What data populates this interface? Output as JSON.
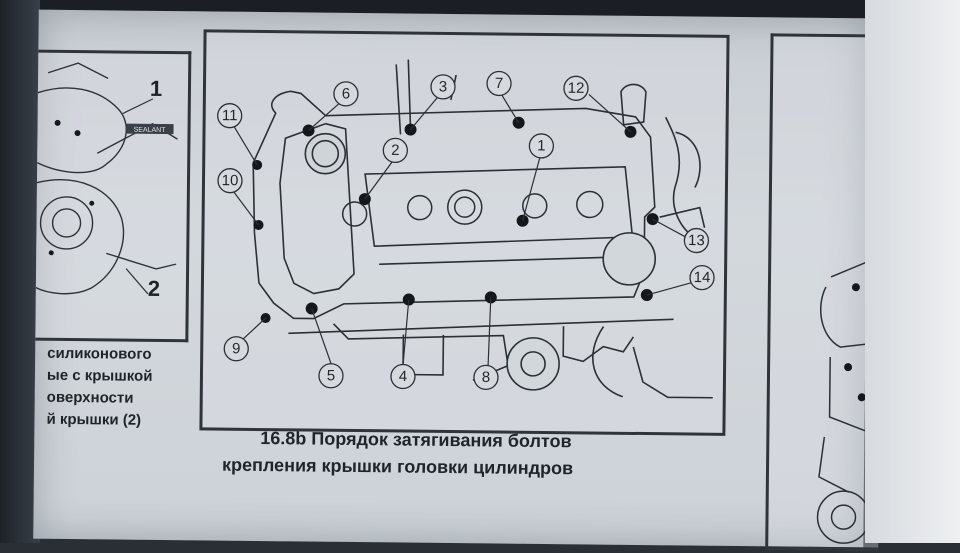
{
  "left_figure": {
    "callouts": [
      "1",
      "2"
    ],
    "sealant_label": "SEALANT"
  },
  "left_caption": {
    "lines": [
      "силиконового",
      "ые с крышкой",
      "оверхности",
      "й крышки (2)"
    ]
  },
  "figure": {
    "callouts": {
      "c1": "1",
      "c2": "2",
      "c3": "3",
      "c4": "4",
      "c5": "5",
      "c6": "6",
      "c7": "7",
      "c8": "8",
      "c9": "9",
      "c10": "10",
      "c11": "11",
      "c12": "12",
      "c13": "13",
      "c14": "14"
    },
    "caption_line1": "16.8b Порядок затягивания болтов",
    "caption_line2": "крепления крышки головки цилиндров"
  }
}
